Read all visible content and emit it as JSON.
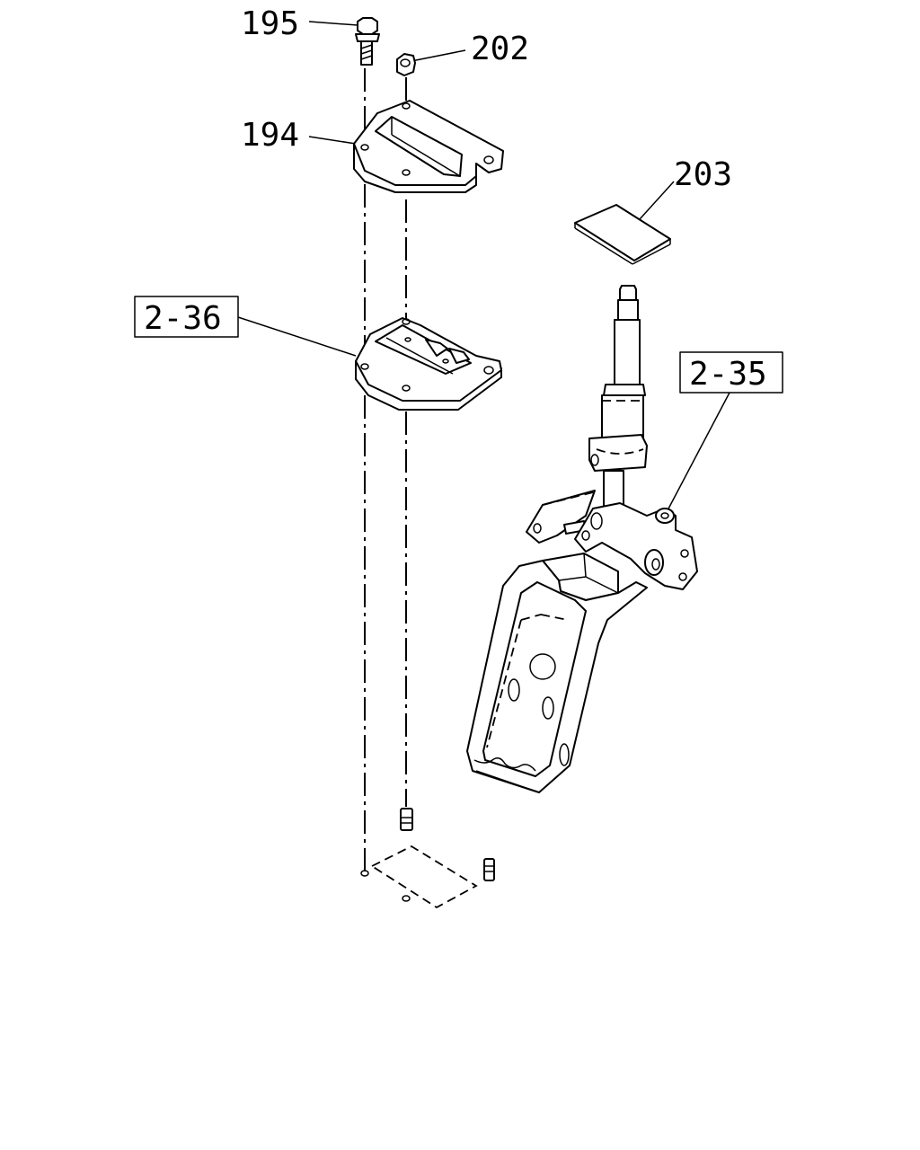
{
  "callouts": [
    {
      "id": "p195",
      "text": "195",
      "boxed": false
    },
    {
      "id": "p202",
      "text": "202",
      "boxed": false
    },
    {
      "id": "p194",
      "text": "194",
      "boxed": false
    },
    {
      "id": "p203",
      "text": "203",
      "boxed": false
    },
    {
      "id": "ref236",
      "text": "2-36",
      "boxed": true
    },
    {
      "id": "ref235",
      "text": "2-35",
      "boxed": true
    }
  ],
  "parts": [
    {
      "name": "bolt",
      "callout": "195"
    },
    {
      "name": "nut",
      "callout": "202"
    },
    {
      "name": "upper-plate",
      "callout": "194"
    },
    {
      "name": "label-sheet",
      "callout": "203"
    },
    {
      "name": "lower-plate-assembly",
      "callout": "2-36"
    },
    {
      "name": "shift-lever-bracket-assembly",
      "callout": "2-35"
    },
    {
      "name": "pin-dowel",
      "callout": ""
    },
    {
      "name": "gasket-plate",
      "callout": ""
    }
  ]
}
